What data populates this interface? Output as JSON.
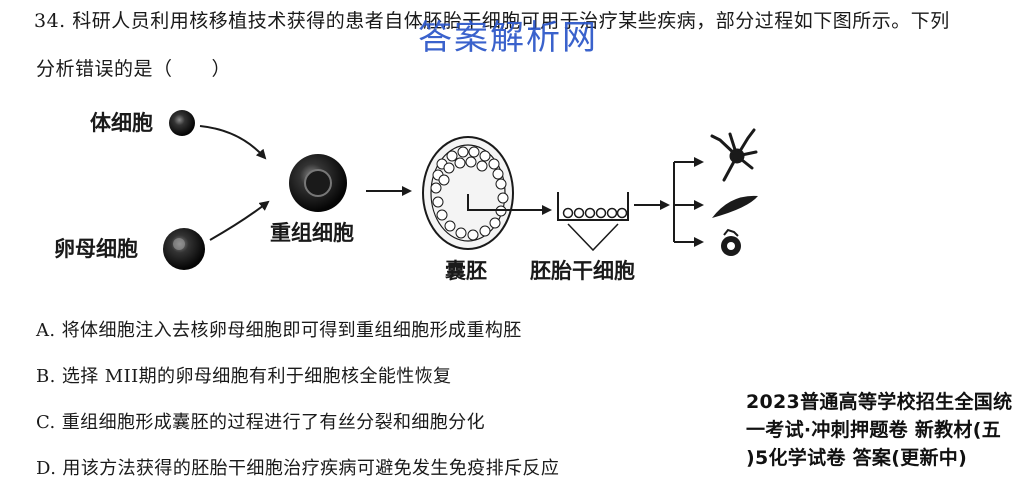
{
  "question": {
    "line1": "34. 科研人员利用核移植技术获得的患者自体胚胎干细胞可用于治疗某些疾病，部分过程如下图所示。下列",
    "line2": "分析错误的是（　　）"
  },
  "watermark": "答案解析网",
  "diagram": {
    "somatic_cell": "体细胞",
    "oocyte": "卵母细胞",
    "reconstructed_cell": "重组细胞",
    "blastocyst": "囊胚",
    "es_cell": "胚胎干细胞"
  },
  "options": [
    "A. 将体细胞注入去核卵母细胞即可得到重组细胞形成重构胚",
    "B. 选择 MII期的卵母细胞有利于细胞核全能性恢复",
    "C. 重组细胞形成囊胚的过程进行了有丝分裂和细胞分化",
    "D. 用该方法获得的胚胎干细胞治疗疾病可避免发生免疫排斥反应"
  ],
  "promo": {
    "line1": "2023普通高等学校招生全国统",
    "line2": "一考试·冲刺押题卷 新教材(五",
    "line3": ")5化学试卷 答案(更新中)"
  }
}
